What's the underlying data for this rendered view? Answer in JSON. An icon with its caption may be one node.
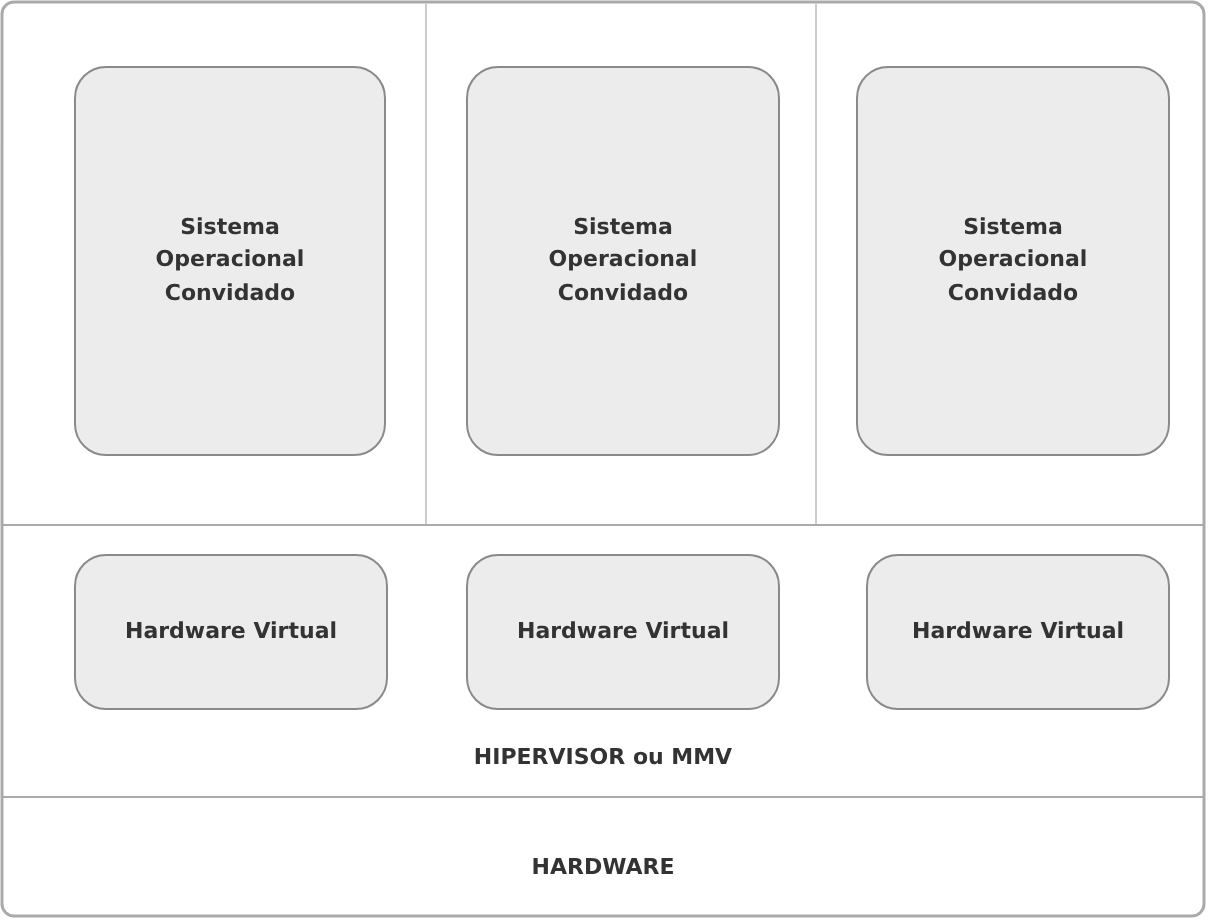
{
  "diagram": {
    "nodes": [
      {
        "text": [
          "Sistema Operacional Convidado"
        ]
      },
      {
        "text": [
          "Sistema Operacional Convidado"
        ]
      },
      {
        "text": [
          "Sistema Operacional Convidado"
        ]
      },
      {
        "text": [
          "HIPERVISOR ou MMV"
        ]
      },
      {
        "text": [
          "Hardware Virtual"
        ],
        "in": 3
      },
      {
        "text": [
          "Hardware Virtual"
        ],
        "in": 3
      },
      {
        "text": [
          "Hardware Virtual"
        ],
        "in": 3
      },
      {
        "text": [
          "HARDWARE"
        ]
      }
    ]
  }
}
